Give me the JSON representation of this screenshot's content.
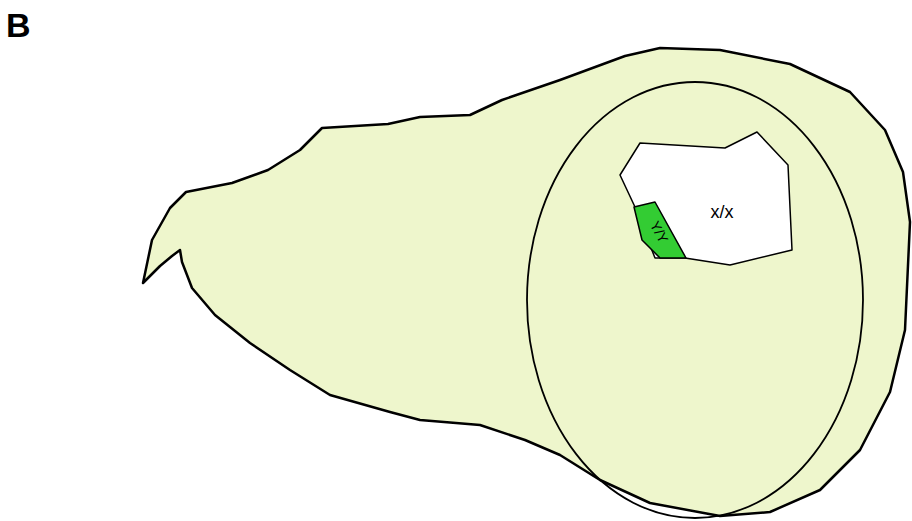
{
  "diagram": {
    "nodes": [
      {
        "text": [
          "x/x"
        ]
      },
      {
        "text": [
          "Y/Y"
        ],
        "in": 0
      }
    ],
    "labels": [
      "B"
    ]
  }
}
